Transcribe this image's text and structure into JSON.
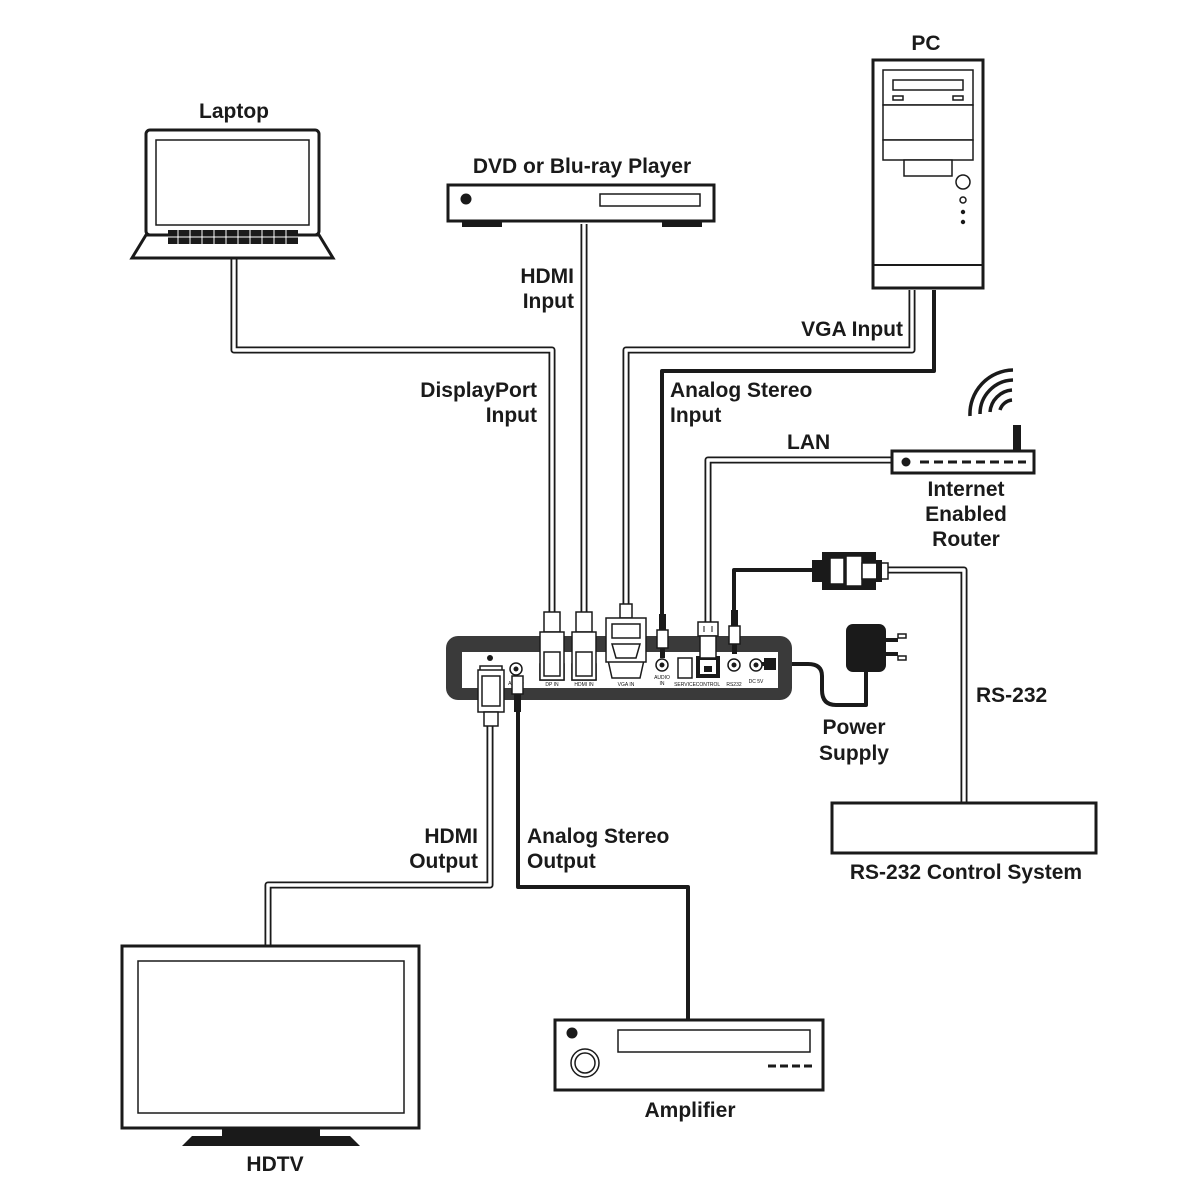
{
  "devices": {
    "laptop": "Laptop",
    "dvd_player": "DVD or Blu-ray Player",
    "pc": "PC",
    "router_line1": "Internet",
    "router_line2": "Enabled",
    "router_line3": "Router",
    "power_line1": "Power",
    "power_line2": "Supply",
    "rs232_system": "RS-232 Control System",
    "hdtv": "HDTV",
    "amplifier": "Amplifier"
  },
  "connections": {
    "hdmi_input_line1": "HDMI",
    "hdmi_input_line2": "Input",
    "vga_input": "VGA Input",
    "displayport_input_line1": "DisplayPort",
    "displayport_input_line2": "Input",
    "analog_input_line1": "Analog Stereo",
    "analog_input_line2": "Input",
    "lan": "LAN",
    "rs232": "RS-232",
    "hdmi_output_line1": "HDMI",
    "hdmi_output_line2": "Output",
    "analog_output_line1": "Analog Stereo",
    "analog_output_line2": "Output"
  },
  "ports": {
    "dp_in": "DP IN",
    "hdmi_in": "HDMI IN",
    "vga_in": "VGA IN",
    "audio_in_line1": "AUDIO",
    "audio_in_line2": "IN",
    "service": "SERVICE",
    "control": "CONTROL",
    "rs232": "RS232",
    "dc_5v": "DC 5V",
    "audio_out": "AUDIO"
  },
  "colors": {
    "line": "#1a1a1a",
    "background": "#ffffff",
    "panel": "#3a3a3a"
  }
}
